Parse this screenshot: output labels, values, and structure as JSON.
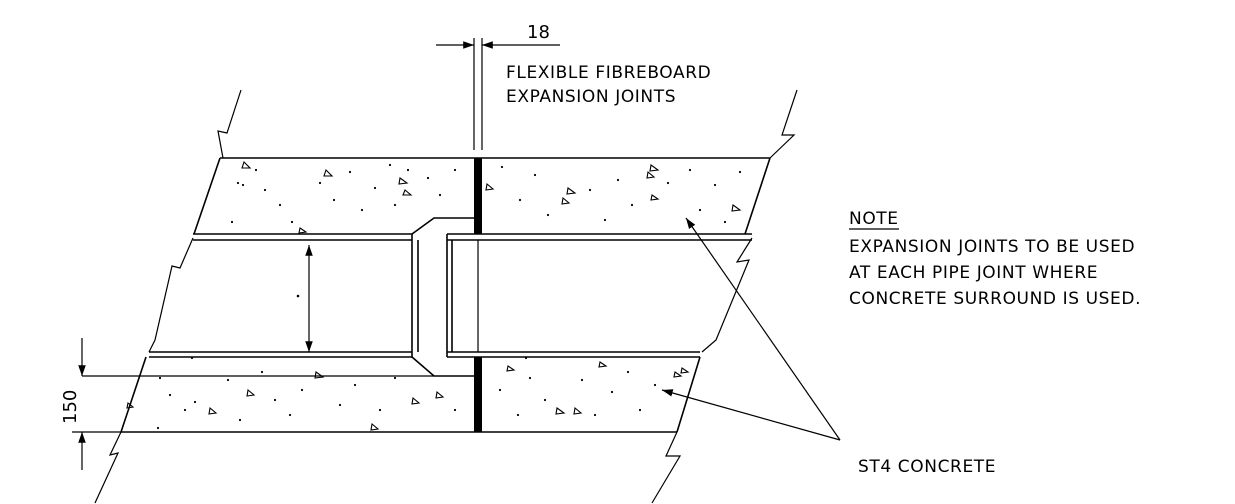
{
  "drawing": {
    "dimension_top": "18",
    "joint_label_line1": "FLEXIBLE FIBREBOARD",
    "joint_label_line2": "EXPANSION JOINTS",
    "note_title": "NOTE",
    "note_line1": "EXPANSION JOINTS TO BE USED",
    "note_line2": "AT EACH PIPE JOINT WHERE",
    "note_line3": "CONCRETE SURROUND IS USED.",
    "dimension_side": "150",
    "concrete_label": "ST4 CONCRETE"
  },
  "colors": {
    "line": "#000000",
    "background": "#ffffff"
  }
}
